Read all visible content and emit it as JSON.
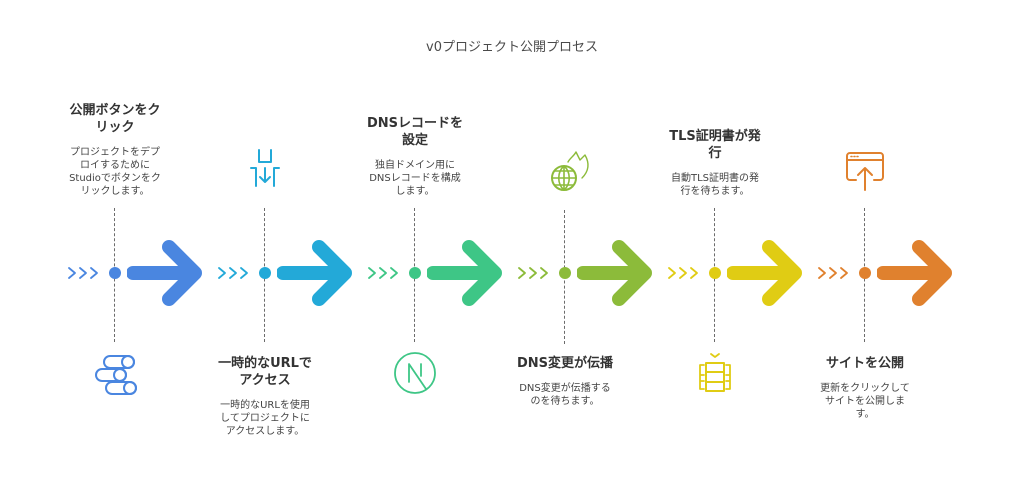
{
  "title": "v0プロジェクト公開プロセス",
  "steps": [
    {
      "heading": "公開ボタンをクリック",
      "heading_lines": [
        "公開ボタンをク",
        "リック"
      ],
      "description_lines": [
        "プロジェクトをデプ",
        "ロイするために",
        "Studioでボタンをク",
        "リックします。"
      ],
      "position": "top",
      "icon": "toggle-switches-icon",
      "color": "#4a86e0"
    },
    {
      "heading": "一時的なURLでアクセス",
      "heading_lines": [
        "一時的なURLで",
        "アクセス"
      ],
      "description_lines": [
        "一時的なURLを使用",
        "してプロジェクトに",
        "アクセスします。"
      ],
      "position": "bottom",
      "icon": "download-tray-icon",
      "color": "#23a9d8"
    },
    {
      "heading": "DNSレコードを設定",
      "heading_lines": [
        "DNSレコードを",
        "設定"
      ],
      "description_lines": [
        "独自ドメイン用に",
        "DNSレコードを構成",
        "します。"
      ],
      "position": "top",
      "icon": "nextjs-logo-icon",
      "color": "#3ec686"
    },
    {
      "heading": "DNS変更が伝播",
      "heading_lines": [
        "DNS変更が伝播"
      ],
      "description_lines": [
        "DNS変更が伝播する",
        "のを待ちます。"
      ],
      "position": "bottom",
      "icon": "globe-flame-icon",
      "color": "#8cbb3a"
    },
    {
      "heading": "TLS証明書が発行",
      "heading_lines": [
        "TLS証明書が発",
        "行"
      ],
      "description_lines": [
        "自動TLS証明書の発",
        "行を待ちます。"
      ],
      "position": "top",
      "icon": "server-stack-check-icon",
      "color": "#e0cc14"
    },
    {
      "heading": "サイトを公開",
      "heading_lines": [
        "サイトを公開"
      ],
      "description_lines": [
        "更新をクリックして",
        "サイトを公開しま",
        "す。"
      ],
      "position": "bottom",
      "icon": "browser-upload-icon",
      "color": "#e0812e"
    }
  ]
}
